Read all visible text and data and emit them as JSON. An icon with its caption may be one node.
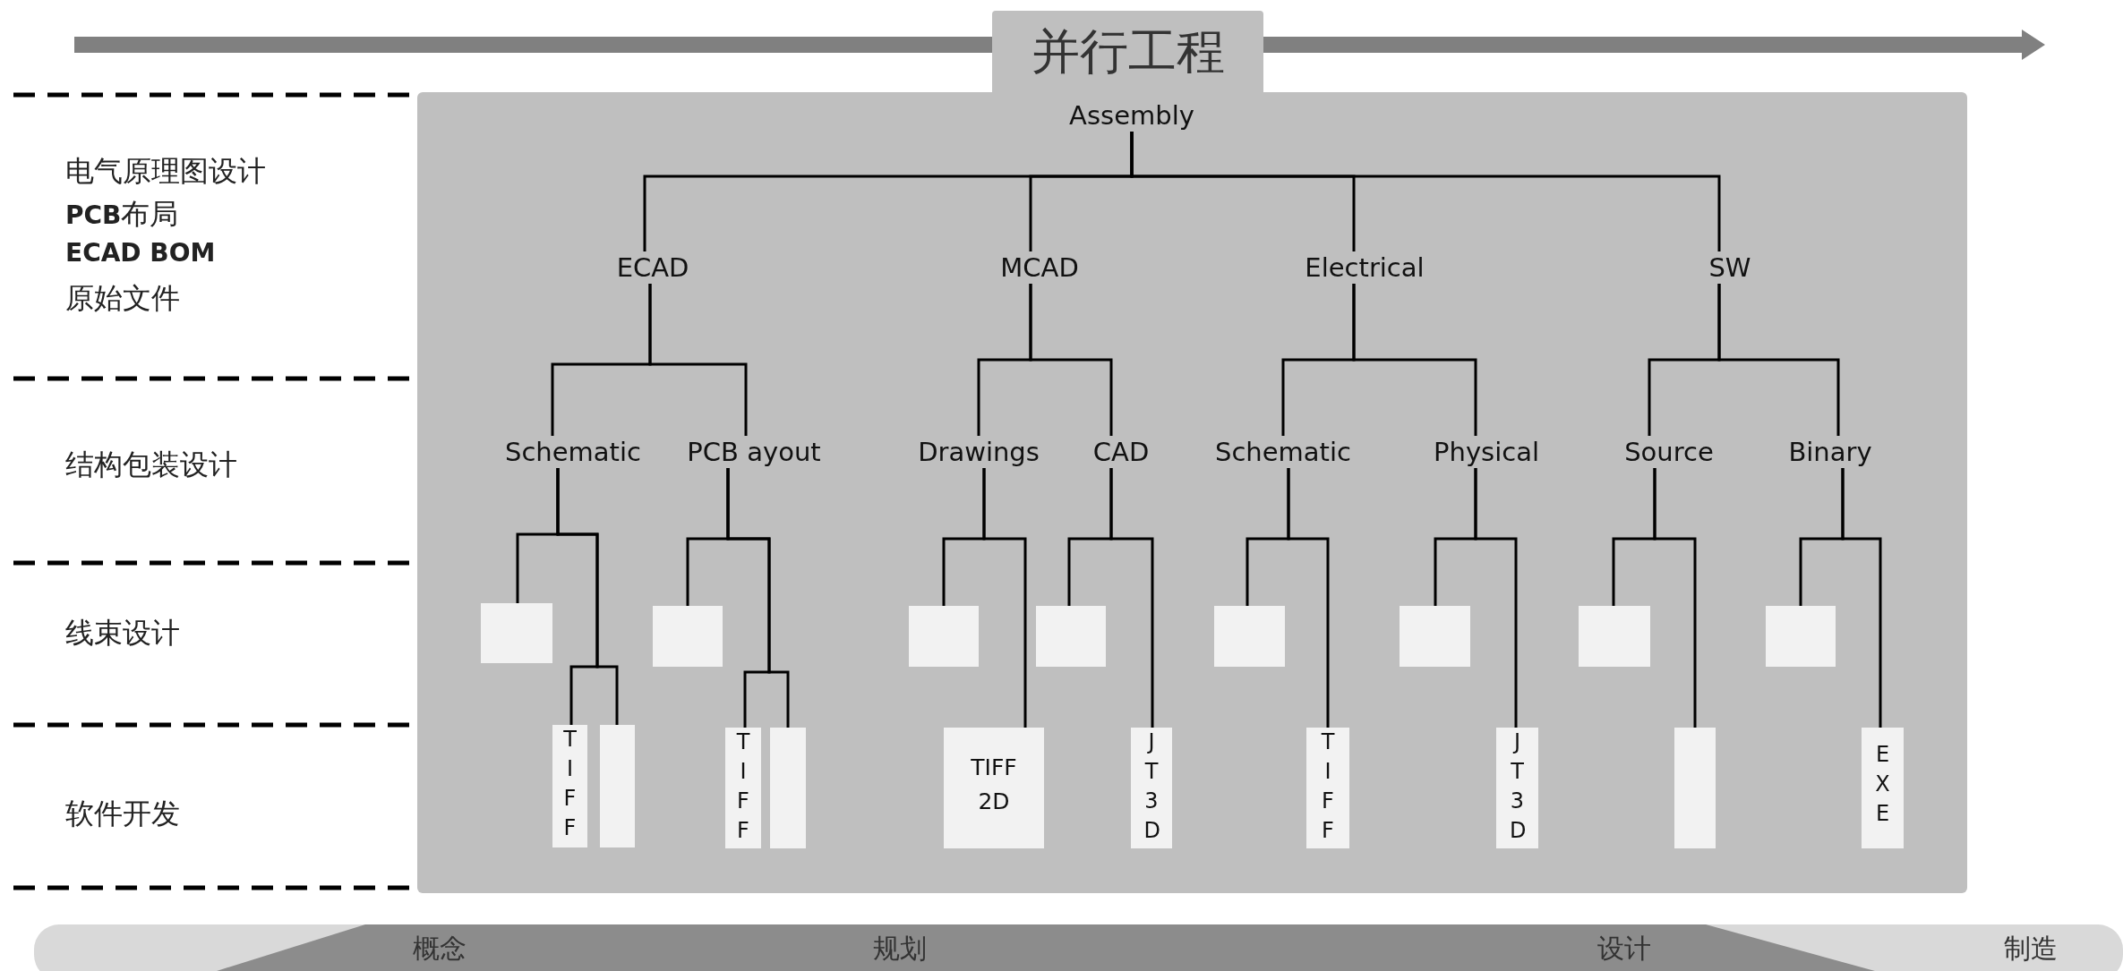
{
  "diagram": {
    "title": "并行工程",
    "nodes": [
      {
        "text": [
          "Assembly"
        ]
      },
      {
        "text": [
          "ECAD"
        ]
      },
      {
        "text": [
          "MCAD"
        ]
      },
      {
        "text": [
          "Electrical"
        ]
      },
      {
        "text": [
          "SW"
        ]
      },
      {
        "text": [
          "Schematic"
        ]
      },
      {
        "text": [
          "PCB ayout"
        ]
      },
      {
        "text": [
          "Drawings"
        ]
      },
      {
        "text": [
          "CAD"
        ]
      },
      {
        "text": [
          "Schematic"
        ]
      },
      {
        "text": [
          "Physical"
        ]
      },
      {
        "text": [
          "Source"
        ]
      },
      {
        "text": [
          "Binary"
        ]
      },
      {
        "text": [],
        "shape": "box"
      },
      {
        "text": [
          "TIFF"
        ]
      },
      {
        "text": [],
        "shape": "box"
      },
      {
        "text": [],
        "shape": "box"
      },
      {
        "text": [
          "TIFF"
        ]
      },
      {
        "text": [],
        "shape": "box"
      },
      {
        "text": [],
        "shape": "box"
      },
      {
        "text": [
          "TIFF 2D"
        ]
      },
      {
        "text": [],
        "shape": "box"
      },
      {
        "text": [
          "JT3D"
        ]
      },
      {
        "text": [],
        "shape": "box"
      },
      {
        "text": [
          "TIFF"
        ]
      },
      {
        "text": [],
        "shape": "box"
      },
      {
        "text": [
          "JT3D"
        ]
      },
      {
        "text": [],
        "shape": "box"
      },
      {
        "text": [],
        "shape": "box"
      },
      {
        "text": [],
        "shape": "box"
      },
      {
        "text": [
          "EXE"
        ]
      }
    ],
    "edges": [
      {
        "from": 0,
        "to": 1,
        "arrow": "none"
      },
      {
        "from": 0,
        "to": 2,
        "arrow": "none"
      },
      {
        "from": 0,
        "to": 3,
        "arrow": "none"
      },
      {
        "from": 0,
        "to": 4,
        "arrow": "none"
      },
      {
        "from": 1,
        "to": 5,
        "arrow": "none"
      },
      {
        "from": 1,
        "to": 6,
        "arrow": "none"
      },
      {
        "from": 2,
        "to": 7,
        "arrow": "none"
      },
      {
        "from": 2,
        "to": 8,
        "arrow": "none"
      },
      {
        "from": 3,
        "to": 9,
        "arrow": "none"
      },
      {
        "from": 3,
        "to": 10,
        "arrow": "none"
      },
      {
        "from": 4,
        "to": 11,
        "arrow": "none"
      },
      {
        "from": 4,
        "to": 12,
        "arrow": "none"
      },
      {
        "from": 5,
        "to": 13,
        "arrow": "none"
      },
      {
        "from": 5,
        "to": 14,
        "arrow": "none"
      },
      {
        "from": 5,
        "to": 15,
        "arrow": "none"
      },
      {
        "from": 6,
        "to": 16,
        "arrow": "none"
      },
      {
        "from": 6,
        "to": 17,
        "arrow": "none"
      },
      {
        "from": 6,
        "to": 18,
        "arrow": "none"
      },
      {
        "from": 7,
        "to": 19,
        "arrow": "none"
      },
      {
        "from": 7,
        "to": 20,
        "arrow": "none"
      },
      {
        "from": 8,
        "to": 21,
        "arrow": "none"
      },
      {
        "from": 8,
        "to": 22,
        "arrow": "none"
      },
      {
        "from": 9,
        "to": 23,
        "arrow": "none"
      },
      {
        "from": 9,
        "to": 24,
        "arrow": "none"
      },
      {
        "from": 10,
        "to": 25,
        "arrow": "none"
      },
      {
        "from": 10,
        "to": 26,
        "arrow": "none"
      },
      {
        "from": 11,
        "to": 27,
        "arrow": "none"
      },
      {
        "from": 11,
        "to": 28,
        "arrow": "none"
      },
      {
        "from": 12,
        "to": 29,
        "arrow": "none"
      },
      {
        "from": 12,
        "to": 30,
        "arrow": "none"
      }
    ],
    "labels": [
      "电气原理图设计",
      "**PCB**布局",
      "ECAD BOM",
      "原始文件",
      "结构包装设计",
      "线束设计",
      "软件开发",
      "概念",
      "规划",
      "设计",
      "制造"
    ]
  }
}
